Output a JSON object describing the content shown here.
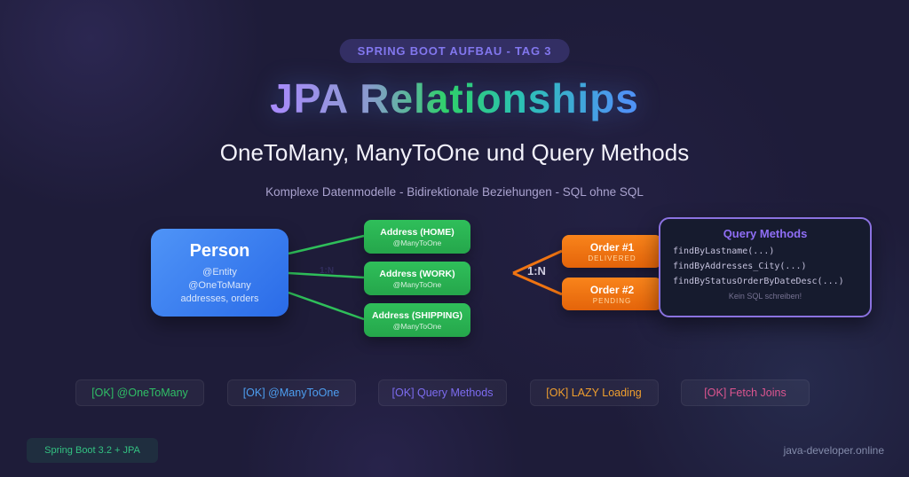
{
  "header": {
    "badge": "SPRING BOOT AUFBAU - TAG 3",
    "title": "JPA Relationships",
    "subtitle": "OneToMany, ManyToOne und Query Methods",
    "tagline": "Komplexe Datenmodelle - Bidirektionale Beziehungen - SQL ohne SQL"
  },
  "diagram": {
    "person": {
      "title": "Person",
      "lines": [
        "@Entity",
        "@OneToMany",
        "addresses, orders"
      ]
    },
    "addresses": [
      {
        "title": "Address (HOME)",
        "subtitle": "@ManyToOne"
      },
      {
        "title": "Address (WORK)",
        "subtitle": "@ManyToOne"
      },
      {
        "title": "Address (SHIPPING)",
        "subtitle": "@ManyToOne"
      }
    ],
    "address_relation_label": "1:N",
    "orders": [
      {
        "title": "Order #1",
        "status": "DELIVERED"
      },
      {
        "title": "Order #2",
        "status": "PENDING"
      }
    ],
    "order_relation_label": "1:N",
    "query_panel": {
      "title": "Query Methods",
      "methods": [
        "findByLastname(...)",
        "findByAddresses_City(...)",
        "findByStatusOrderByDateDesc(...)"
      ],
      "note": "Kein SQL schreiben!"
    }
  },
  "checklist": [
    {
      "label": "[OK] @OneToMany",
      "color": "#2fbf66"
    },
    {
      "label": "[OK] @ManyToOne",
      "color": "#4d9ef0"
    },
    {
      "label": "[OK] Query Methods",
      "color": "#7d6cf0"
    },
    {
      "label": "[OK] LAZY Loading",
      "color": "#f09f2e"
    },
    {
      "label": "[OK] Fetch Joins",
      "color": "#dd5590"
    }
  ],
  "footer": {
    "left_badge": "Spring Boot 3.2 + JPA",
    "right_text": "java-developer.online"
  },
  "colors": {
    "background": "#1e1c39",
    "person_blue": "#3b7cf0",
    "address_green": "#2ab353",
    "order_orange": "#ef7412",
    "accent_purple": "#8b72e0"
  }
}
